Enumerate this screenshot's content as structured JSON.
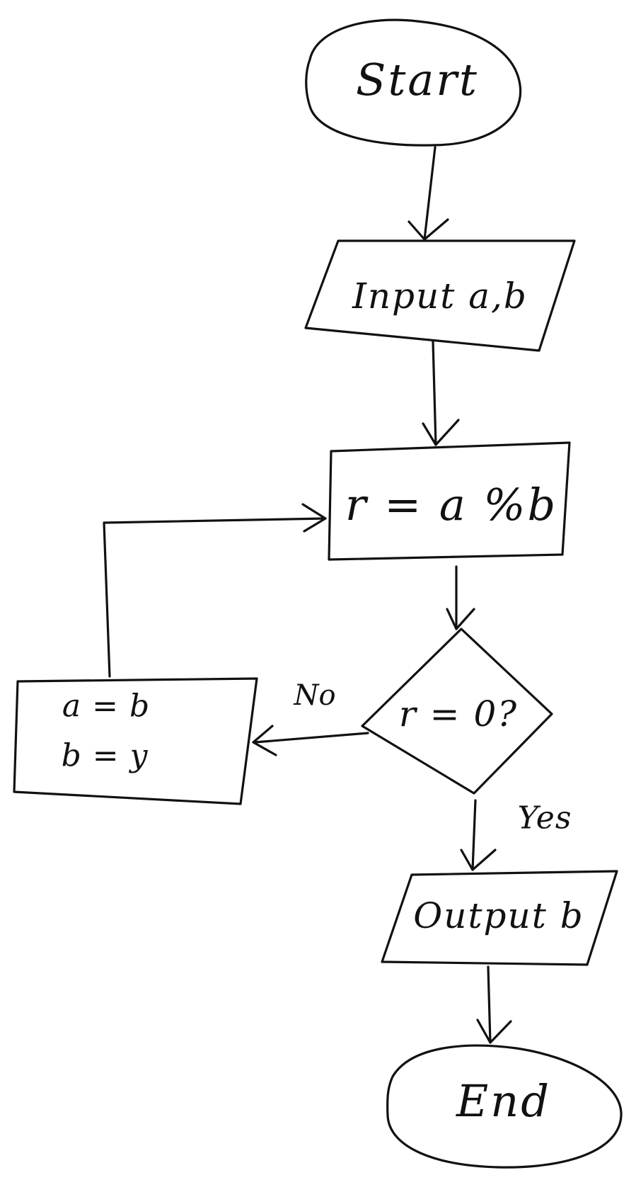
{
  "flowchart": {
    "nodes": {
      "start": {
        "shape": "terminator",
        "text": "Start"
      },
      "input": {
        "shape": "parallelogram",
        "text": "Input a,b"
      },
      "process": {
        "shape": "rectangle",
        "text": "r = a %b"
      },
      "decision": {
        "shape": "diamond",
        "text": "r = 0?"
      },
      "swap": {
        "shape": "rectangle",
        "line1": "a = b",
        "line2": "b = y"
      },
      "output": {
        "shape": "parallelogram",
        "text": "Output b"
      },
      "end": {
        "shape": "terminator",
        "text": "End"
      }
    },
    "edges": {
      "no_label": "No",
      "yes_label": "Yes"
    }
  }
}
